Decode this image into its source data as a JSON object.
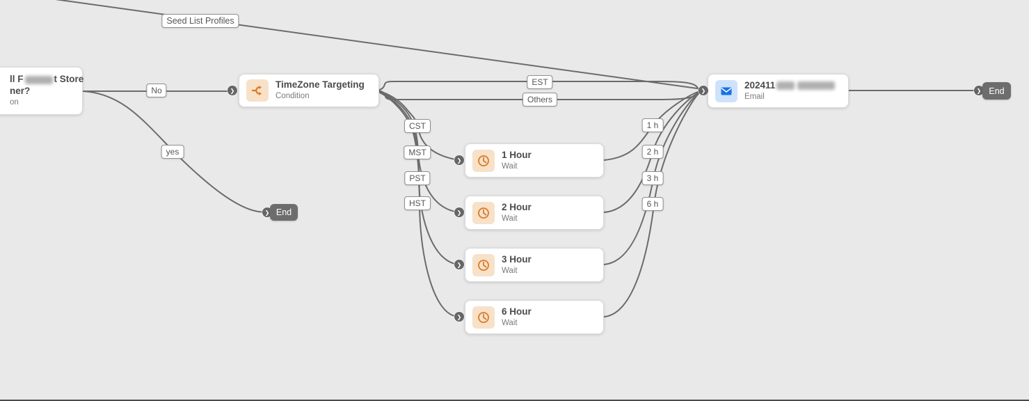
{
  "diagram": {
    "transition_labels": {
      "seed_list": "Seed List Profiles",
      "no": "No",
      "yes": "yes",
      "est": "EST",
      "others": "Others",
      "cst": "CST",
      "mst": "MST",
      "pst": "PST",
      "hst": "HST",
      "wait1": "1 h",
      "wait2": "2 h",
      "wait3": "3 h",
      "wait6": "6 h"
    },
    "nodes": {
      "store_condition": {
        "title_fragment_1": "ll F",
        "title_fragment_2": "t Store",
        "title_line2": "ner?",
        "subtitle_fragment": "on"
      },
      "timezone_targeting": {
        "title": "TimeZone Targeting",
        "subtitle": "Condition"
      },
      "wait_1": {
        "title": "1 Hour",
        "subtitle": "Wait"
      },
      "wait_2": {
        "title": "2 Hour",
        "subtitle": "Wait"
      },
      "wait_3": {
        "title": "3 Hour",
        "subtitle": "Wait"
      },
      "wait_6": {
        "title": "6 Hour",
        "subtitle": "Wait"
      },
      "email": {
        "title_visible": "202411",
        "subtitle": "Email"
      },
      "end_yes_branch": {
        "label": "End"
      },
      "end_final": {
        "label": "End"
      }
    },
    "icons": {
      "port_chevron": "❯",
      "condition_icon": "split-arrows-icon",
      "wait_icon": "clock-icon",
      "email_icon": "envelope-icon"
    },
    "colors": {
      "background": "#e9e9e9",
      "edge": "#6b6b6b",
      "end_node": "#6d6d6d",
      "orange_accent": "#e0771f",
      "orange_tile": "#f7e1c8",
      "blue_accent": "#1473e6",
      "blue_tile": "#cfe2fb"
    }
  }
}
